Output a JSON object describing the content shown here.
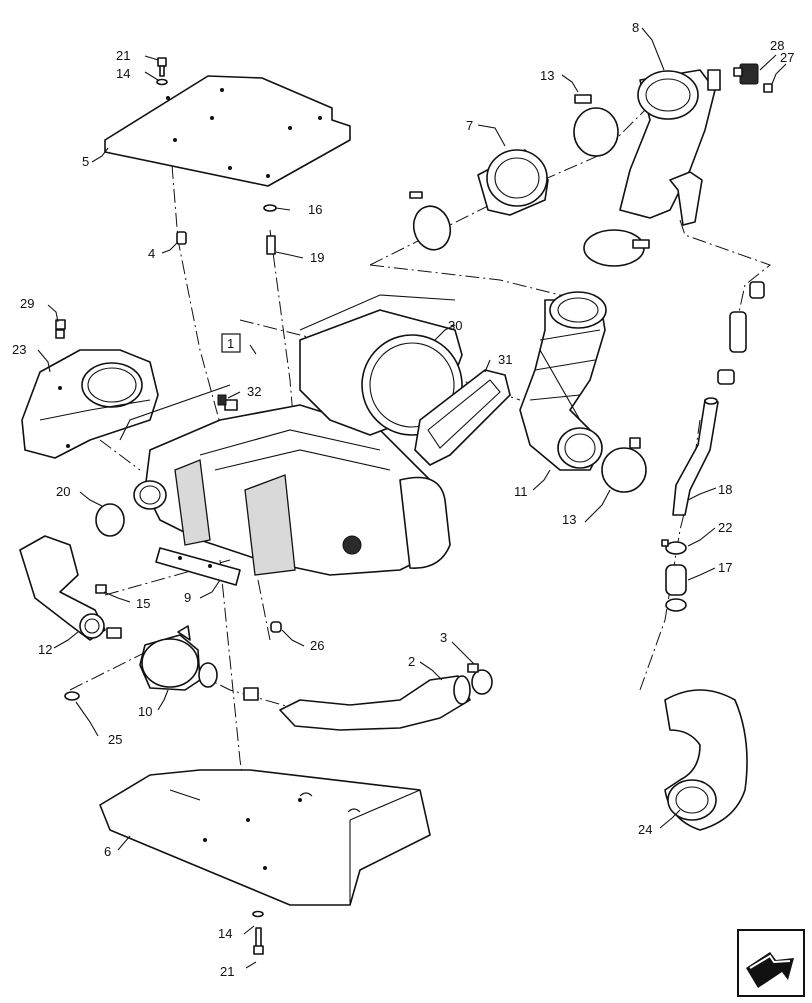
{
  "callouts": [
    {
      "id": "c21a",
      "text": "21"
    },
    {
      "id": "c14a",
      "text": "14"
    },
    {
      "id": "c5",
      "text": "5"
    },
    {
      "id": "c4",
      "text": "4"
    },
    {
      "id": "c16",
      "text": "16"
    },
    {
      "id": "c19",
      "text": "19"
    },
    {
      "id": "c29",
      "text": "29"
    },
    {
      "id": "c23",
      "text": "23"
    },
    {
      "id": "c1",
      "text": "1"
    },
    {
      "id": "c32",
      "text": "32"
    },
    {
      "id": "c30",
      "text": "30"
    },
    {
      "id": "c31",
      "text": "31"
    },
    {
      "id": "c20",
      "text": "20"
    },
    {
      "id": "c15",
      "text": "15"
    },
    {
      "id": "c9",
      "text": "9"
    },
    {
      "id": "c12",
      "text": "12"
    },
    {
      "id": "c26",
      "text": "26"
    },
    {
      "id": "c10",
      "text": "10"
    },
    {
      "id": "c25",
      "text": "25"
    },
    {
      "id": "c3",
      "text": "3"
    },
    {
      "id": "c2",
      "text": "2"
    },
    {
      "id": "c6",
      "text": "6"
    },
    {
      "id": "c14b",
      "text": "14"
    },
    {
      "id": "c21b",
      "text": "21"
    },
    {
      "id": "c7",
      "text": "7"
    },
    {
      "id": "c13a",
      "text": "13"
    },
    {
      "id": "c8",
      "text": "8"
    },
    {
      "id": "c28",
      "text": "28"
    },
    {
      "id": "c27",
      "text": "27"
    },
    {
      "id": "c11",
      "text": "11"
    },
    {
      "id": "c13b",
      "text": "13"
    },
    {
      "id": "c18",
      "text": "18"
    },
    {
      "id": "c22",
      "text": "22"
    },
    {
      "id": "c17",
      "text": "17"
    },
    {
      "id": "c24",
      "text": "24"
    }
  ],
  "nav": {
    "icon": "next-page-arrow-icon"
  }
}
